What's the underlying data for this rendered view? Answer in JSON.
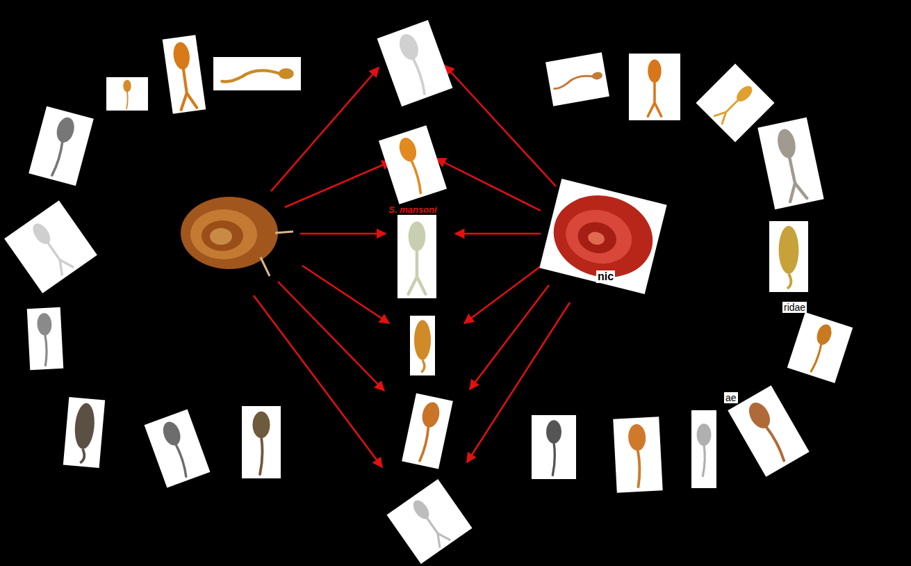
{
  "diagram": {
    "labels": [
      "S. mansoni",
      "nic",
      "ridae",
      "ae"
    ]
  }
}
